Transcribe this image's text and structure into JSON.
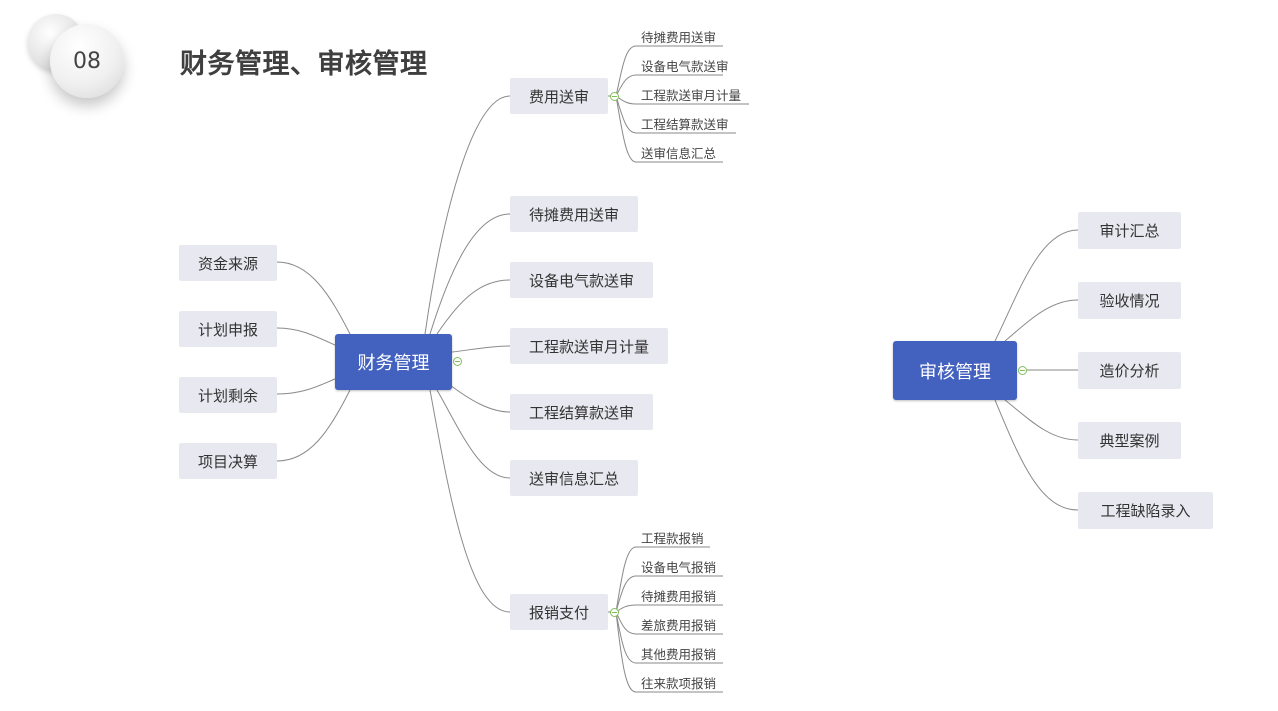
{
  "slide": {
    "number": "08",
    "title": "财务管理、审核管理"
  },
  "finance": {
    "root": "财务管理",
    "left": [
      "资金来源",
      "计划申报",
      "计划剩余",
      "项目决算"
    ],
    "right": [
      "费用送审",
      "待摊费用送审",
      "设备电气款送审",
      "工程款送审月计量",
      "工程结算款送审",
      "送审信息汇总",
      "报销支付"
    ],
    "fee_review_children": [
      "待摊费用送审",
      "设备电气款送审",
      "工程款送审月计量",
      "工程结算款送审",
      "送审信息汇总"
    ],
    "reimbursement_children": [
      "工程款报销",
      "设备电气报销",
      "待摊费用报销",
      "差旅费用报销",
      "其他费用报销",
      "往来款项报销"
    ]
  },
  "audit": {
    "root": "审核管理",
    "children": [
      "审计汇总",
      "验收情况",
      "造价分析",
      "典型案例",
      "工程缺陷录入"
    ]
  },
  "colors": {
    "root_fill": "#4361bf",
    "node_fill": "#e8e8f0",
    "connector": "#8a8a8a",
    "toggle": "#7fbf5a"
  }
}
